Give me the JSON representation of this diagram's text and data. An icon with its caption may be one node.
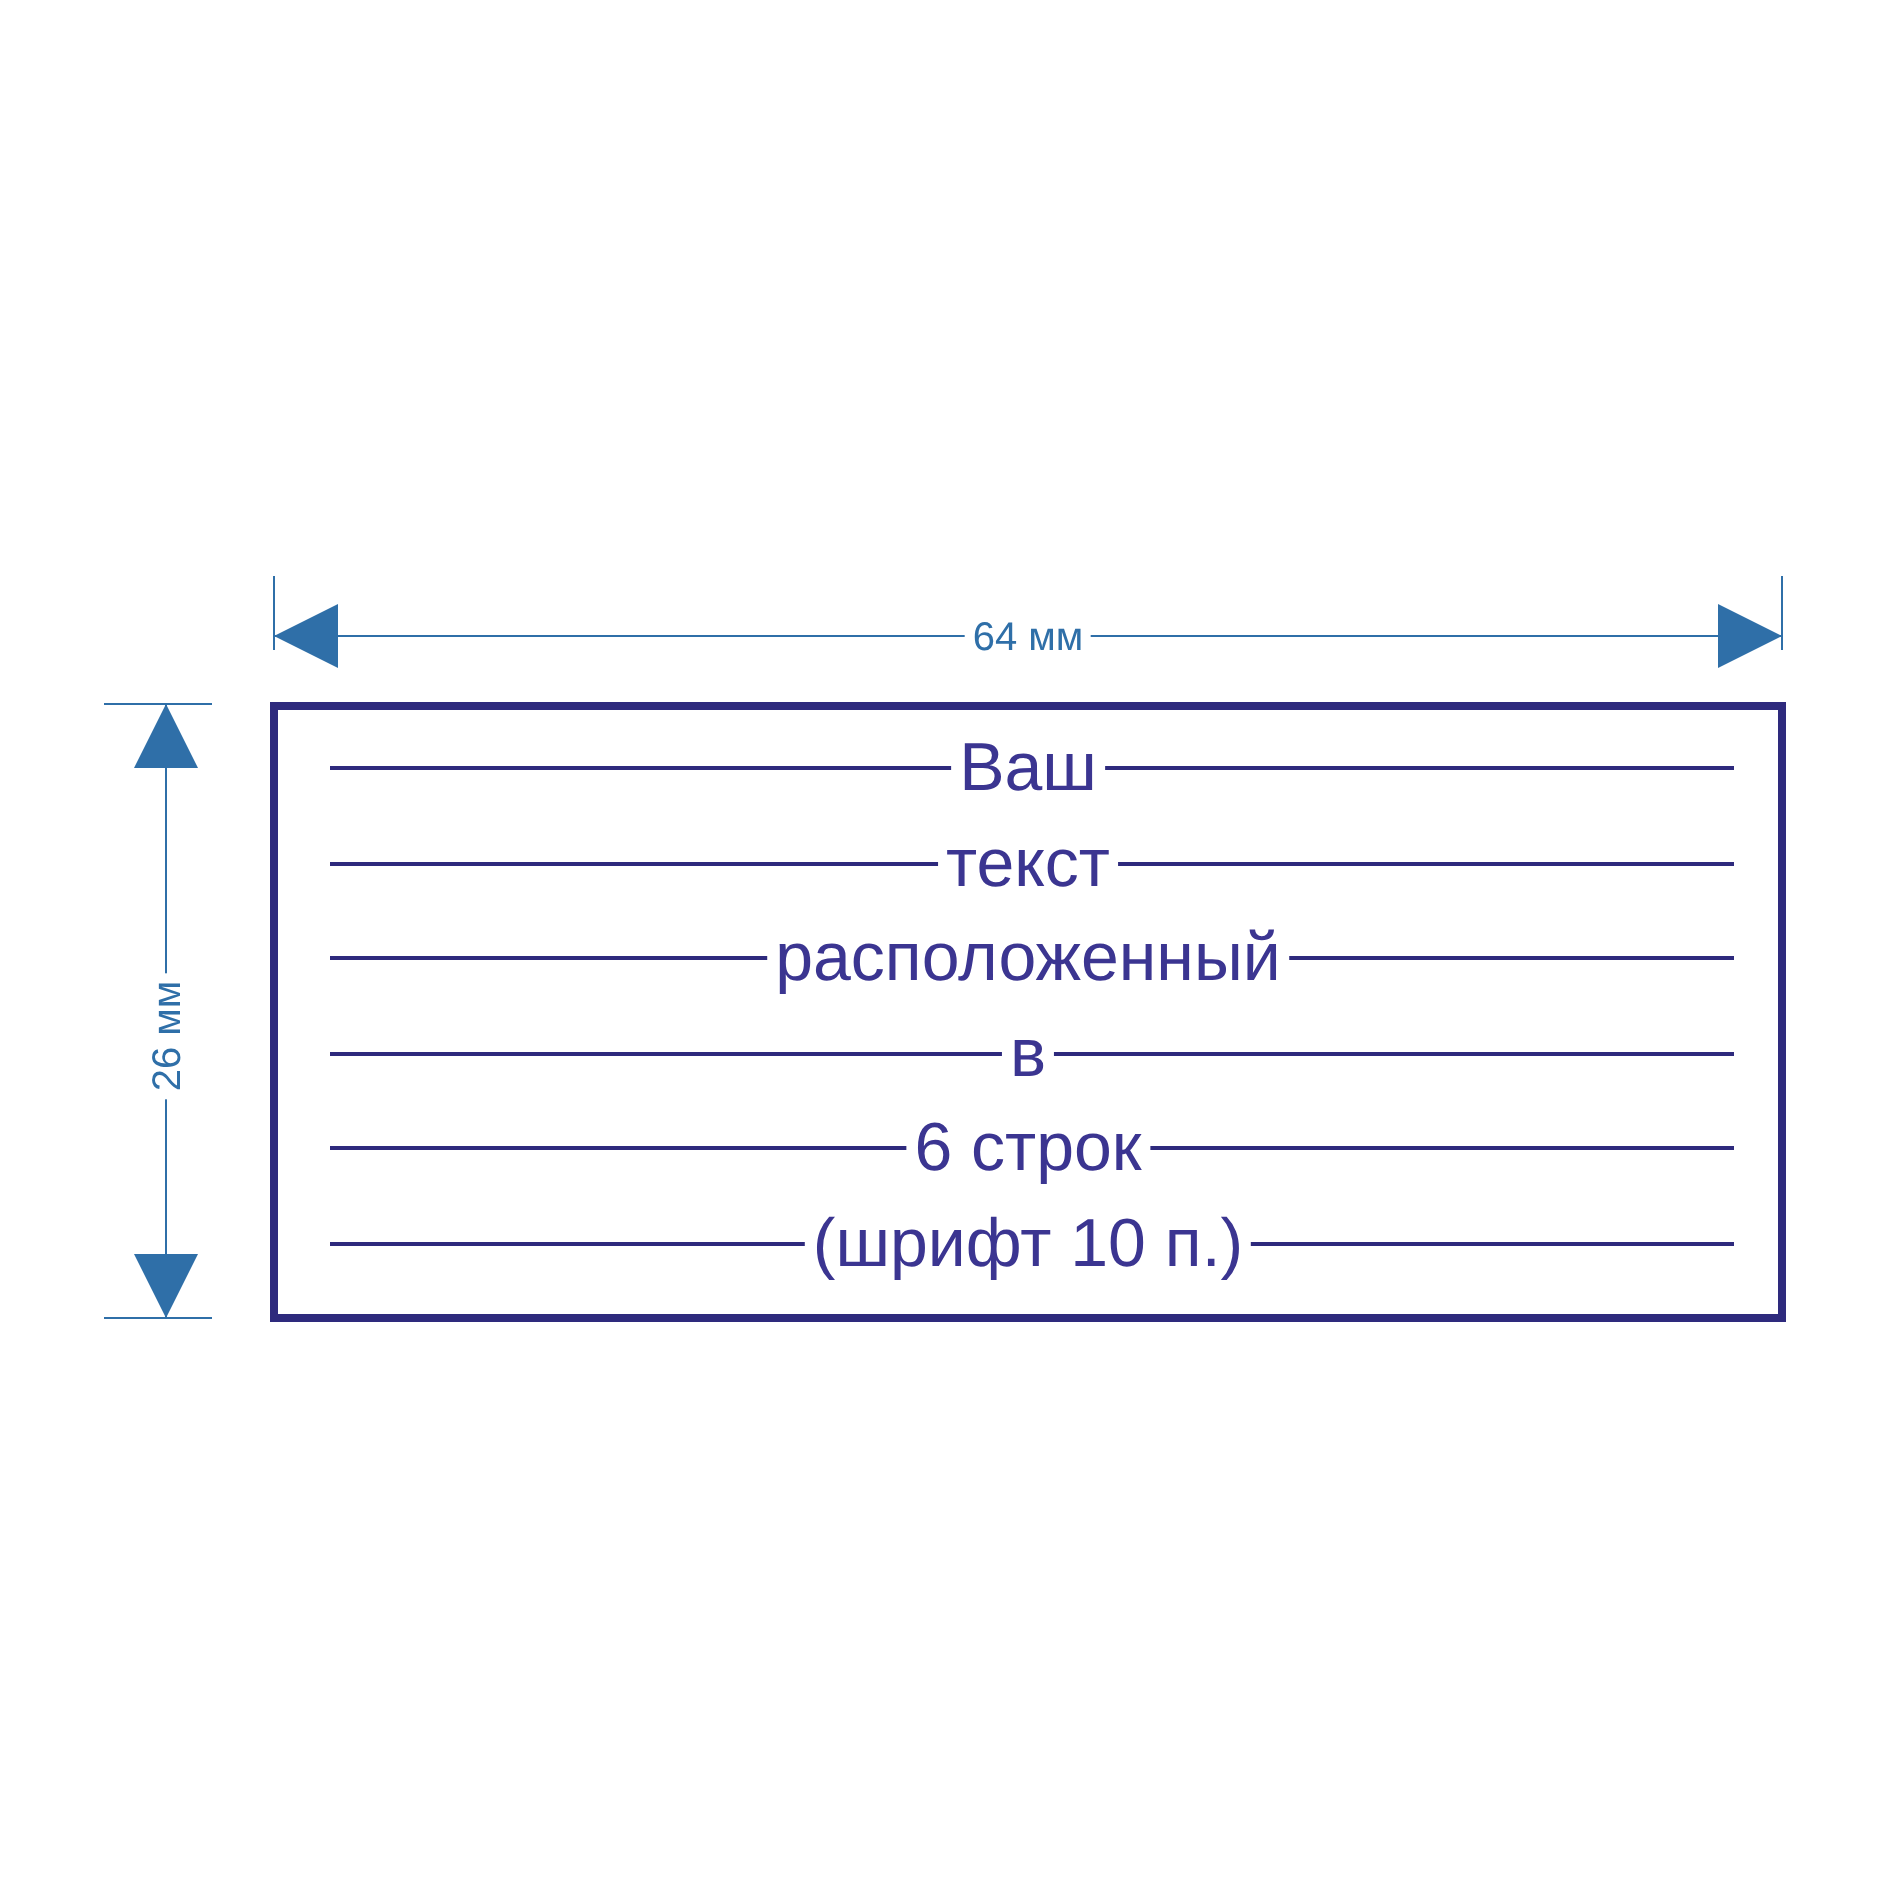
{
  "diagram": {
    "nodes": [
      {
        "text": [
          "Ваш",
          "текст",
          "расположенный",
          "в",
          "6 строк",
          "(шрифт 10 п.)"
        ]
      }
    ],
    "edges": [],
    "labels": [
      "64 мм",
      "26 мм"
    ]
  }
}
